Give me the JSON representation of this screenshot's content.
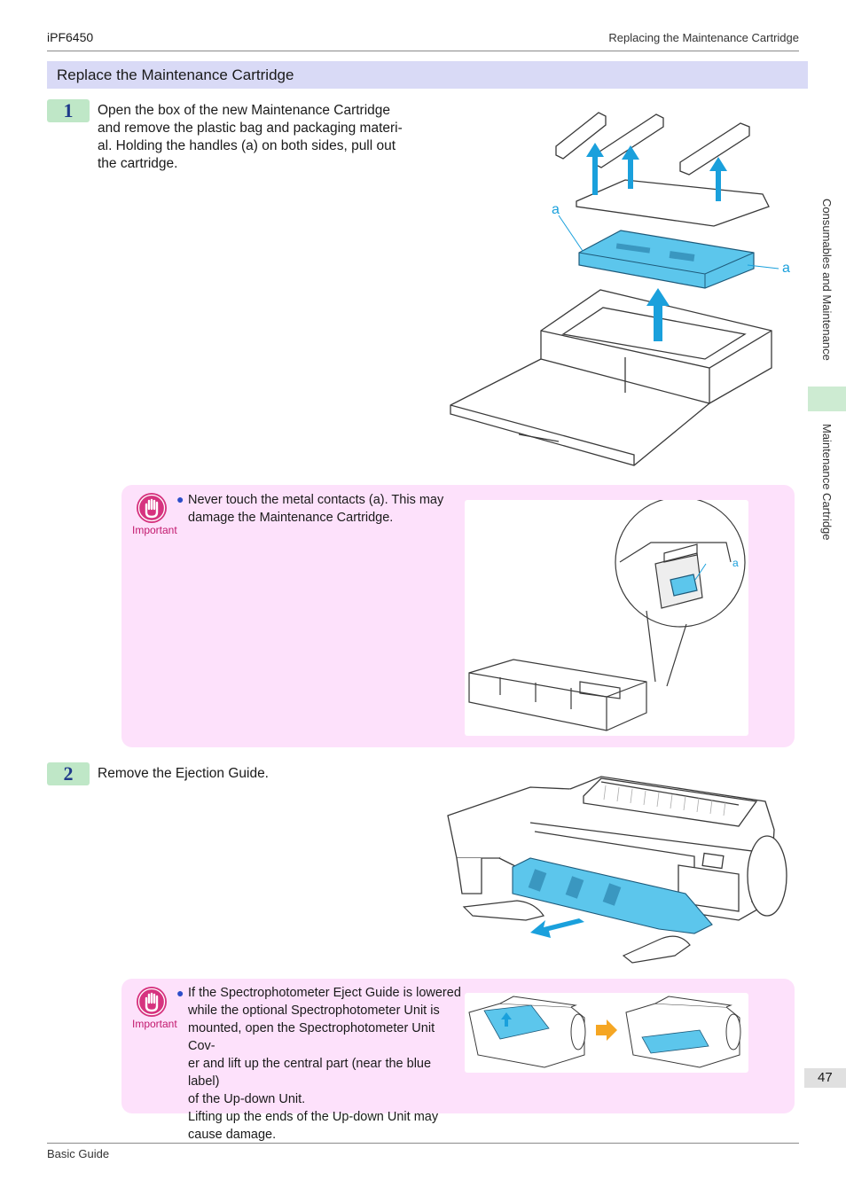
{
  "header": {
    "model": "iPF6450",
    "section": "Replacing the Maintenance Cartridge"
  },
  "section_title": "Replace the Maintenance Cartridge",
  "steps": [
    {
      "number": "1",
      "lines": [
        "Open the box of the new Maintenance Cartridge",
        "and remove the plastic bag and packaging materi-",
        "al. Holding the handles (a) on both sides, pull out",
        "the cartridge."
      ],
      "figure_labels": [
        "a",
        "a"
      ],
      "note": {
        "label": "Important",
        "lines": [
          "Never touch the metal contacts (a). This may",
          "damage the Maintenance Cartridge."
        ],
        "figure_label": "a"
      }
    },
    {
      "number": "2",
      "lines": [
        "Remove the Ejection Guide."
      ],
      "note": {
        "label": "Important",
        "lines": [
          "If the Spectrophotometer Eject Guide is lowered",
          "while the optional Spectrophotometer Unit is",
          "mounted, open the Spectrophotometer Unit Cov-",
          "er and lift up the central part (near the blue label)",
          "of the Up-down Unit.",
          "Lifting up the ends of the Up-down Unit may",
          "cause damage."
        ]
      }
    }
  ],
  "side_tabs": {
    "chapter": "Consumables and Maintenance",
    "section": "Maintenance Cartridge"
  },
  "page_number": "47",
  "footer": "Basic Guide",
  "colors": {
    "section_bar": "#d9daf6",
    "step_badge": "#bfe7c7",
    "step_number": "#1f3a8a",
    "note_box": "#fde1fb",
    "important": "#d6337f",
    "highlight_blue": "#5cc6ec",
    "arrow_blue": "#1aa0dc",
    "arrow_orange": "#f5a623"
  },
  "icons": {
    "important": "raised-hand-icon",
    "bullet": "bullet-dot"
  }
}
